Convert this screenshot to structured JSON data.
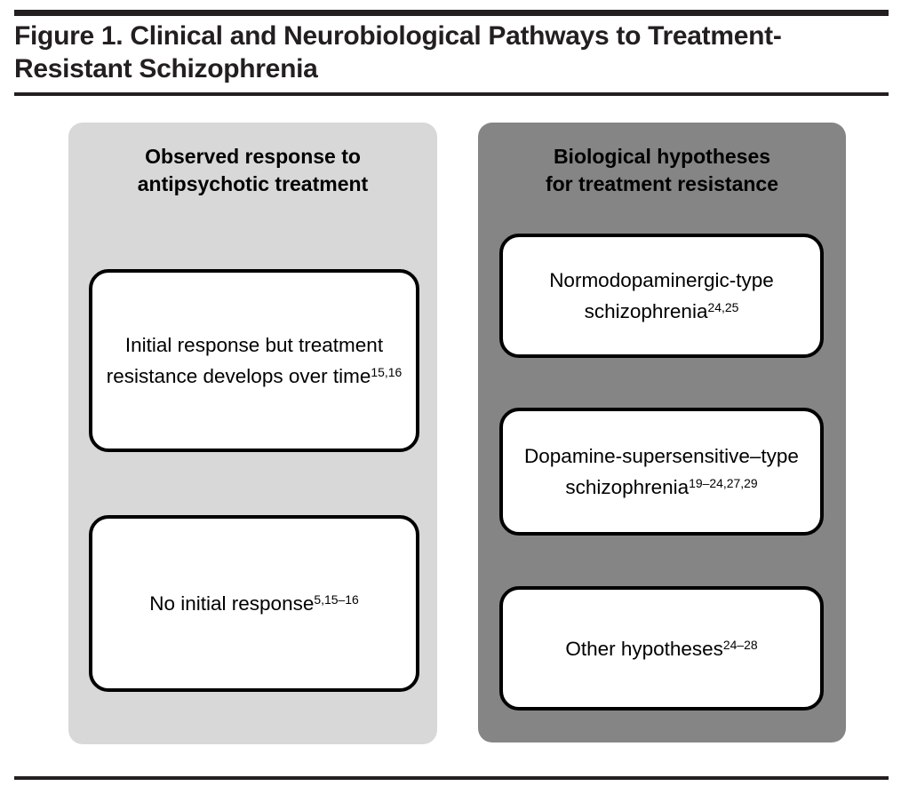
{
  "figure": {
    "title": "Figure 1. Clinical and Neurobiological Pathways to Treatment-Resistant Schizophrenia",
    "colors": {
      "rule": "#231f20",
      "panel_left_bg": "#d8d8d8",
      "panel_right_bg": "#858585",
      "card_bg": "#ffffff",
      "card_border": "#000000",
      "text": "#000000"
    }
  },
  "panels": {
    "left": {
      "heading_line1": "Observed response to",
      "heading_line2": "antipsychotic treatment",
      "cards": [
        {
          "text": "Initial response but treatment resistance develops over time",
          "citation": "15,16"
        },
        {
          "text": "No initial response",
          "citation": "5,15–16"
        }
      ]
    },
    "right": {
      "heading_line1": "Biological hypotheses",
      "heading_line2": "for treatment resistance",
      "cards": [
        {
          "text": "Normodopaminergic-type schizophrenia",
          "citation": "24,25"
        },
        {
          "text": "Dopamine-supersensitive–type schizophrenia",
          "citation": "19–24,27,29"
        },
        {
          "text": "Other hypotheses",
          "citation": "24–28"
        }
      ]
    }
  }
}
